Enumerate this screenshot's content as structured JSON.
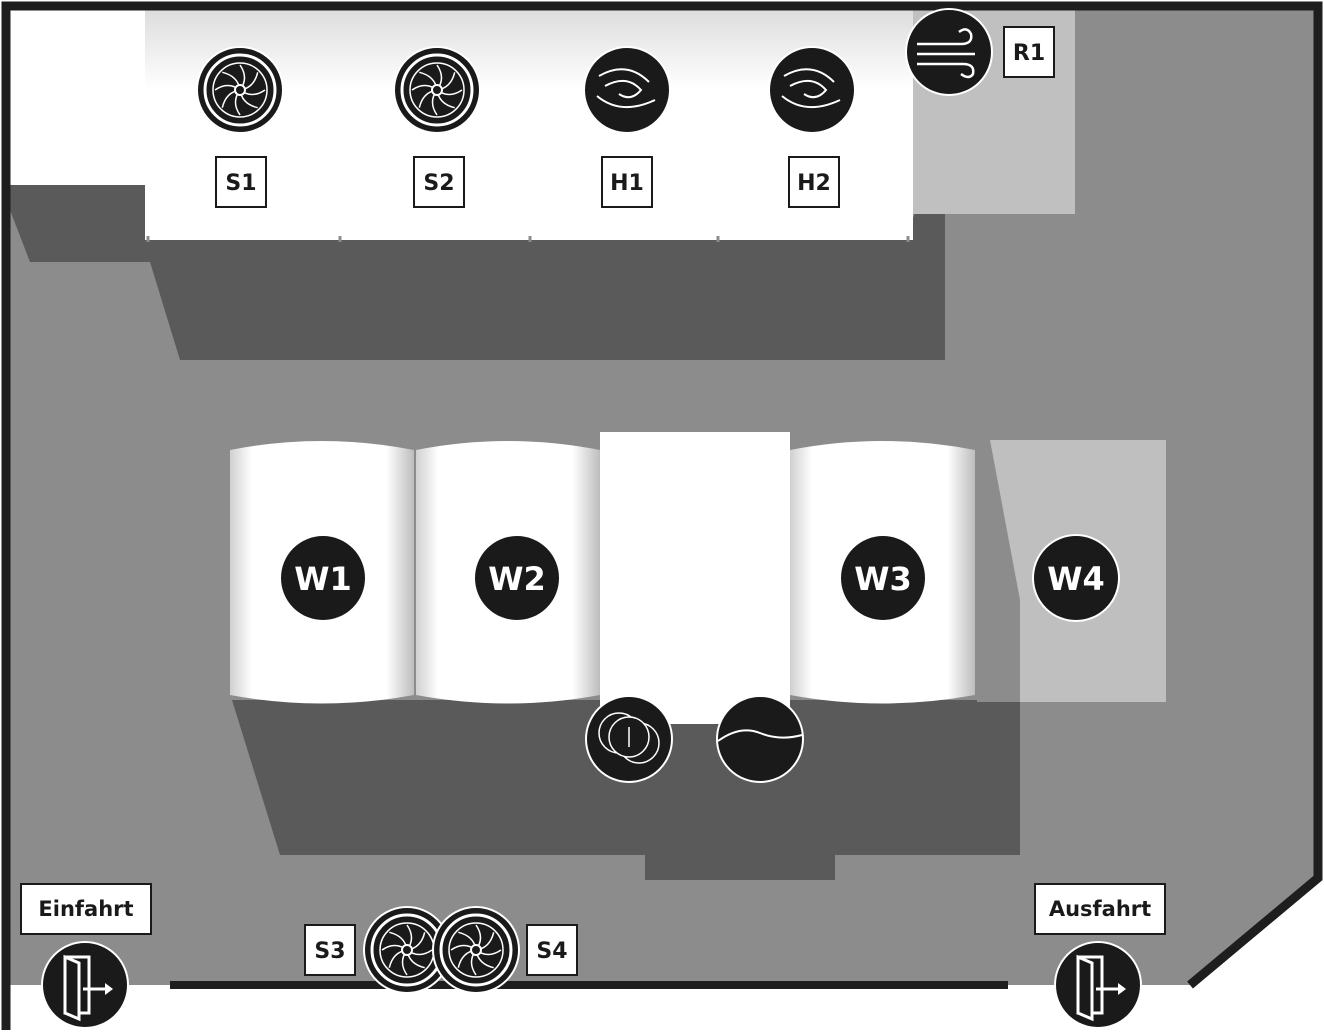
{
  "stations": {
    "s1": "S1",
    "s2": "S2",
    "h1": "H1",
    "h2": "H2",
    "r1": "R1",
    "s3": "S3",
    "s4": "S4"
  },
  "bays": {
    "w1": "W1",
    "w2": "W2",
    "w3": "W3",
    "w4": "W4"
  },
  "doors": {
    "entry": "Einfahrt",
    "exit": "Ausfahrt"
  },
  "icons": {
    "brush": "brush-wheel-icon",
    "high_pressure": "spray-swirl-icon",
    "dryer": "air-dryer-icon",
    "vacuum": "vacuum-icon",
    "coins": "coin-machine-icon",
    "cloth": "cloth-icon",
    "door": "door-exit-icon"
  },
  "colors": {
    "floor": "#8c8c8c",
    "shadow": "#5a5a5a",
    "wall": "#1e1e1e",
    "marker": "#1a1a1a",
    "label_bg": "#ffffff"
  }
}
